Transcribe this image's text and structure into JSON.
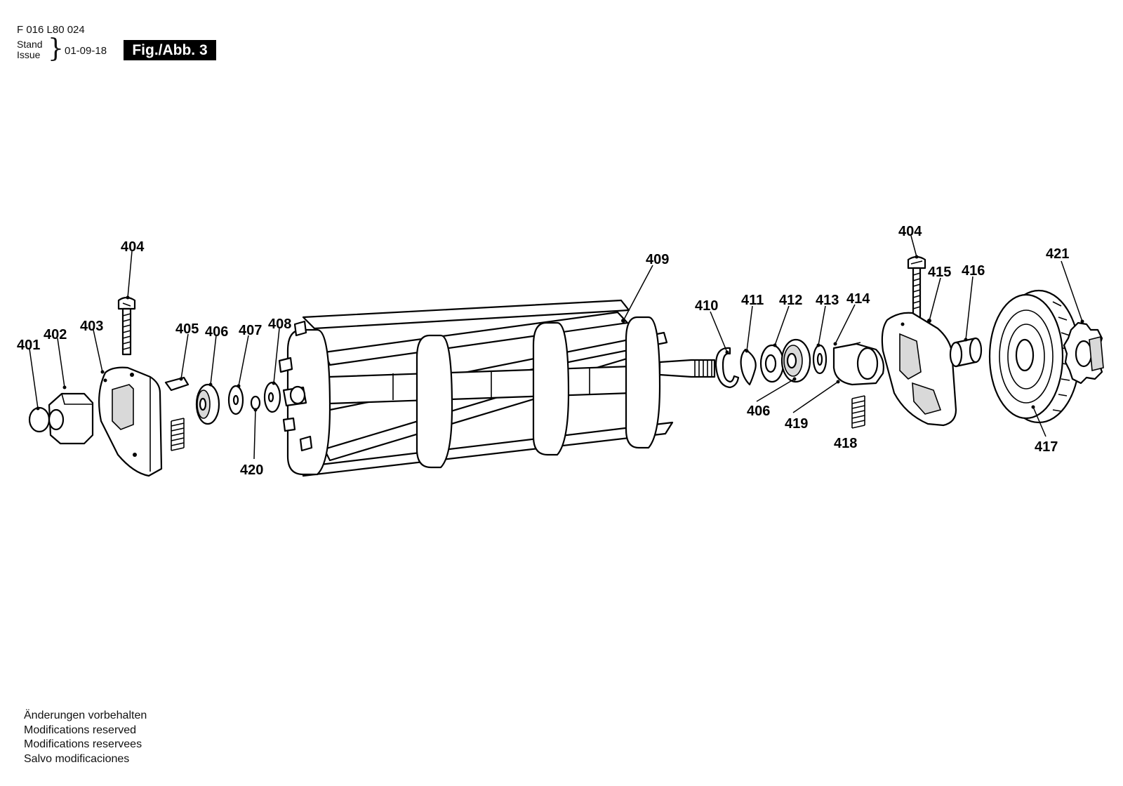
{
  "header": {
    "doc_number": "F 016 L80 024",
    "stand_label": "Stand",
    "issue_label": "Issue",
    "date": "01-09-18",
    "figure_label": "Fig./Abb. 3"
  },
  "footer": {
    "lines": [
      "Änderungen vorbehalten",
      "Modifications reserved",
      "Modifications reservees",
      "Salvo modificaciones"
    ]
  },
  "callouts": {
    "c401": "401",
    "c402": "402",
    "c403": "403",
    "c404a": "404",
    "c405": "405",
    "c406a": "406",
    "c407": "407",
    "c408": "408",
    "c420": "420",
    "c409": "409",
    "c410": "410",
    "c411": "411",
    "c412": "412",
    "c413": "413",
    "c414": "414",
    "c406b": "406",
    "c419": "419",
    "c418": "418",
    "c404b": "404",
    "c415": "415",
    "c416": "416",
    "c421": "421",
    "c417": "417"
  }
}
